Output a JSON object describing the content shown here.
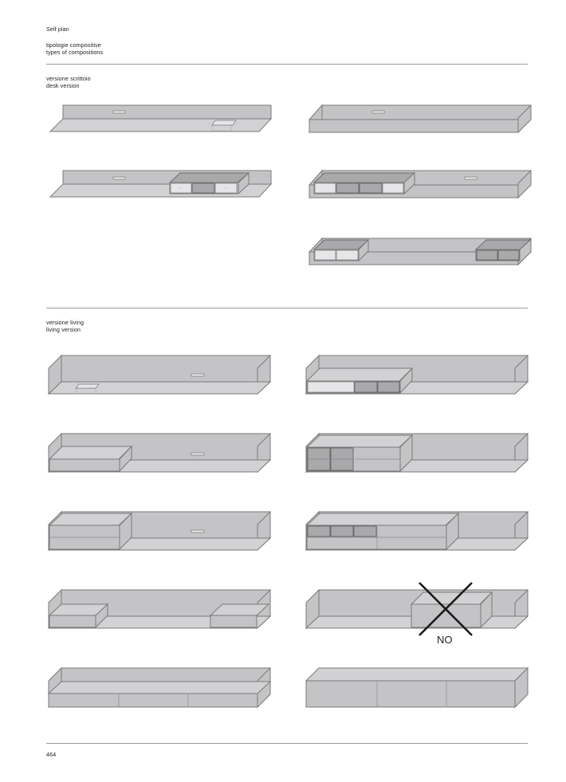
{
  "header": {
    "product": "Self plan",
    "subtitle_it": "tipologie compositive",
    "subtitle_en": "types of compositions"
  },
  "sections": {
    "desk": {
      "label_it": "versione scrittoio",
      "label_en": "desk version"
    },
    "living": {
      "label_it": "versione living",
      "label_en": "living version"
    }
  },
  "diagrams": [
    {
      "id": "desk-1",
      "section": "desk",
      "description_name": "desk-composition-1"
    },
    {
      "id": "desk-2",
      "section": "desk",
      "description_name": "desk-composition-2"
    },
    {
      "id": "desk-3",
      "section": "desk",
      "description_name": "desk-composition-3"
    },
    {
      "id": "desk-4",
      "section": "desk",
      "description_name": "desk-composition-4"
    },
    {
      "id": "desk-5",
      "section": "desk",
      "description_name": "desk-composition-5"
    },
    {
      "id": "living-1",
      "section": "living"
    },
    {
      "id": "living-2",
      "section": "living"
    },
    {
      "id": "living-3",
      "section": "living"
    },
    {
      "id": "living-4",
      "section": "living"
    },
    {
      "id": "living-5",
      "section": "living"
    },
    {
      "id": "living-6",
      "section": "living"
    },
    {
      "id": "living-7",
      "section": "living"
    },
    {
      "id": "living-8",
      "section": "living",
      "forbidden": true
    },
    {
      "id": "living-9",
      "section": "living"
    },
    {
      "id": "living-10",
      "section": "living"
    }
  ],
  "forbidden_label": "NO",
  "colors": {
    "panel_fill": "#c4c4c7",
    "panel_top": "#d2d2d5",
    "stroke": "#7a7a7a",
    "module_dark": "#9a9a9d",
    "cross": "#1a1a1a"
  },
  "footer": {
    "page_number": "464"
  }
}
